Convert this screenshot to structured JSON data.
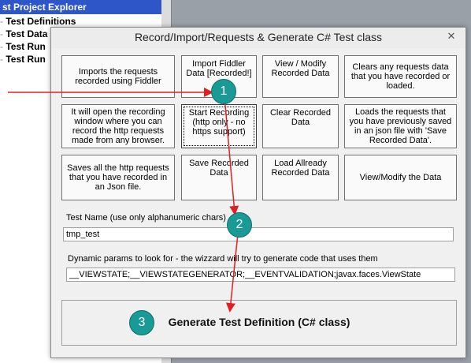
{
  "explorer": {
    "title": "st Project Explorer",
    "items": [
      {
        "label": "Test Definitions"
      },
      {
        "label": "Test Data"
      },
      {
        "label": "Test Run"
      },
      {
        "label": "Test Run"
      }
    ]
  },
  "dialog": {
    "title": "Record/Import/Requests & Generate C# Test class",
    "close_glyph": "✕"
  },
  "buttons": {
    "imports_info": "Imports the requests recorded using Fiddler",
    "import_fiddler": "Import Fiddler Data [Recorded!]",
    "view_modify_recorded": "View / Modify Recorded Data",
    "clears_info": "Clears any requests data that you have recorded or loaded.",
    "recording_info": "It will open the recording window where you can record the http requests made from any browser.",
    "start_recording": "Start Recording (http only - no https support)",
    "clear_recorded": "Clear Recorded Data",
    "loads_info": "Loads the requests that you have previously saved in an json file with 'Save Recorded Data'.",
    "saves_info": "Saves all the http requests that you have recorded in an Json file.",
    "save_recorded": "Save Recorded Data",
    "load_already": "Load Allready Recorded Data",
    "view_modify_data": "View/Modify the Data"
  },
  "test_name": {
    "label": "Test Name (use only alphanumeric chars)",
    "value": "tmp_test"
  },
  "dynamic_params": {
    "label": "Dynamic params to look for  - the wizzard will try to generate code that uses them",
    "value": "__VIEWSTATE;__VIEWSTATEGENERATOR;__EVENTVALIDATION;javax.faces.ViewState"
  },
  "generate": {
    "label": "Generate Test Definition (C# class)"
  },
  "annotations": {
    "badge_1": "1",
    "badge_2": "2",
    "badge_3": "3",
    "arrow_color": "#e02020",
    "badge_color": "#1a9a96"
  }
}
